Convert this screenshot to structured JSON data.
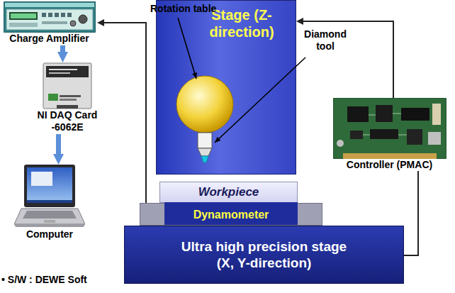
{
  "diagram": {
    "nodes": [
      {
        "text": [
          "Charge Amplifier"
        ]
      },
      {
        "text": [
          "Stage (Z-direction)"
        ]
      },
      {
        "text": [
          "NI DAQ Card -6062E"
        ]
      },
      {
        "text": [
          "Controller (PMAC)"
        ]
      },
      {
        "text": [
          "Computer"
        ]
      },
      {
        "text": [
          "Workpiece"
        ]
      },
      {
        "text": [
          "Dynamometer"
        ]
      },
      {
        "text": [
          "Ultra high precision stage (X, Y-direction)"
        ]
      }
    ],
    "edges": [
      {
        "from": 6,
        "to": 0,
        "arrow": "to"
      },
      {
        "from": 0,
        "to": 2,
        "arrow": "to"
      },
      {
        "from": 2,
        "to": 4,
        "arrow": "to"
      },
      {
        "from": 3,
        "to": 1,
        "arrow": "to"
      },
      {
        "from": 3,
        "to": 7,
        "arrow": "none"
      }
    ],
    "labels": [
      "Rotation table",
      "Diamond tool",
      "• S/W : DEWE Soft"
    ]
  }
}
